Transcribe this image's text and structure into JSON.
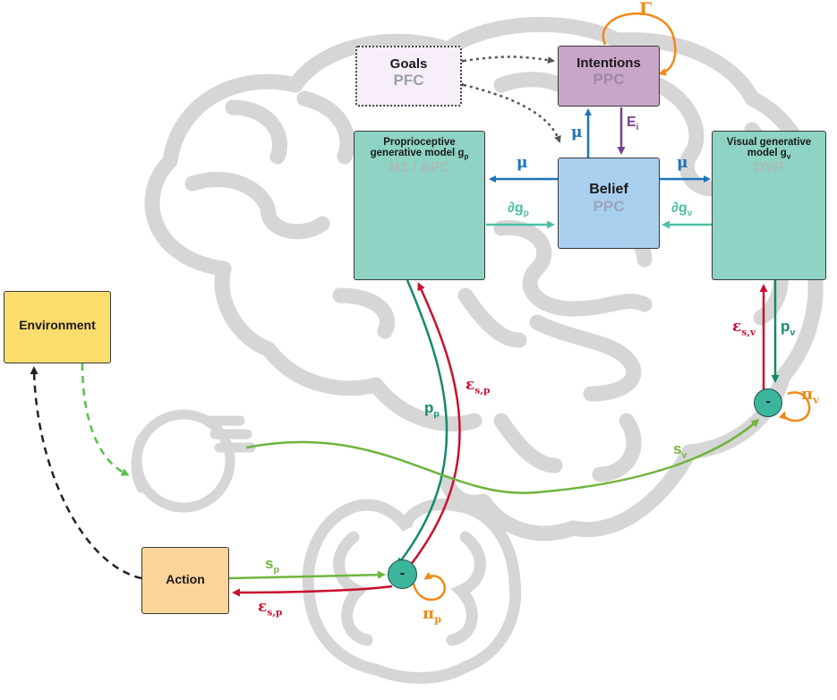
{
  "nodes": {
    "goals": {
      "title": "Goals",
      "sub": "PFC"
    },
    "intentions": {
      "title": "Intentions",
      "sub": "PPC"
    },
    "proprio": {
      "title_line1": "Proprioceptive",
      "title_line2": "generative model g",
      "title_sub": "p",
      "region": "M1 / APC"
    },
    "belief": {
      "title": "Belief",
      "sub": "PPC"
    },
    "visual": {
      "title_line1": "Visual generative",
      "title_line2": "model g",
      "title_sub": "v",
      "region": "DVP"
    },
    "environment": {
      "title": "Environment"
    },
    "action": {
      "title": "Action"
    },
    "comparator_symbol": "-"
  },
  "labels": {
    "gamma": "Γ",
    "mu": "μ",
    "E": "E",
    "E_sub": "i",
    "dg_p": "∂g",
    "dg_p_sub": "p",
    "dg_v": "∂g",
    "dg_v_sub": "v",
    "p_p": "p",
    "p_p_sub": "p",
    "p_v": "p",
    "p_v_sub": "v",
    "eps": "ε",
    "eps_sp_sub": "s,p",
    "eps_sv_sub": "s,v",
    "s": "s",
    "s_v_sub": "v",
    "s_p_sub": "p",
    "pi": "π",
    "pi_v_sub": "v",
    "pi_p_sub": "p"
  },
  "colors": {
    "brain": "#d6d6d6",
    "teal_box": "#8ed3c4",
    "belief_box": "#a9cfef",
    "intentions_box": "#c9a6c9",
    "goals_box": "#f7eefa",
    "env_box": "#fbdd6e",
    "action_box": "#fbd49a",
    "blue_arrow": "#1f74b8",
    "purple_arrow": "#7b3f8c",
    "teal_arrow": "#4dbfa4",
    "dark_green": "#128a6e",
    "red": "#c8102e",
    "light_green": "#6fb43f",
    "orange": "#f08a1c",
    "comparator": "#3bb59c"
  }
}
